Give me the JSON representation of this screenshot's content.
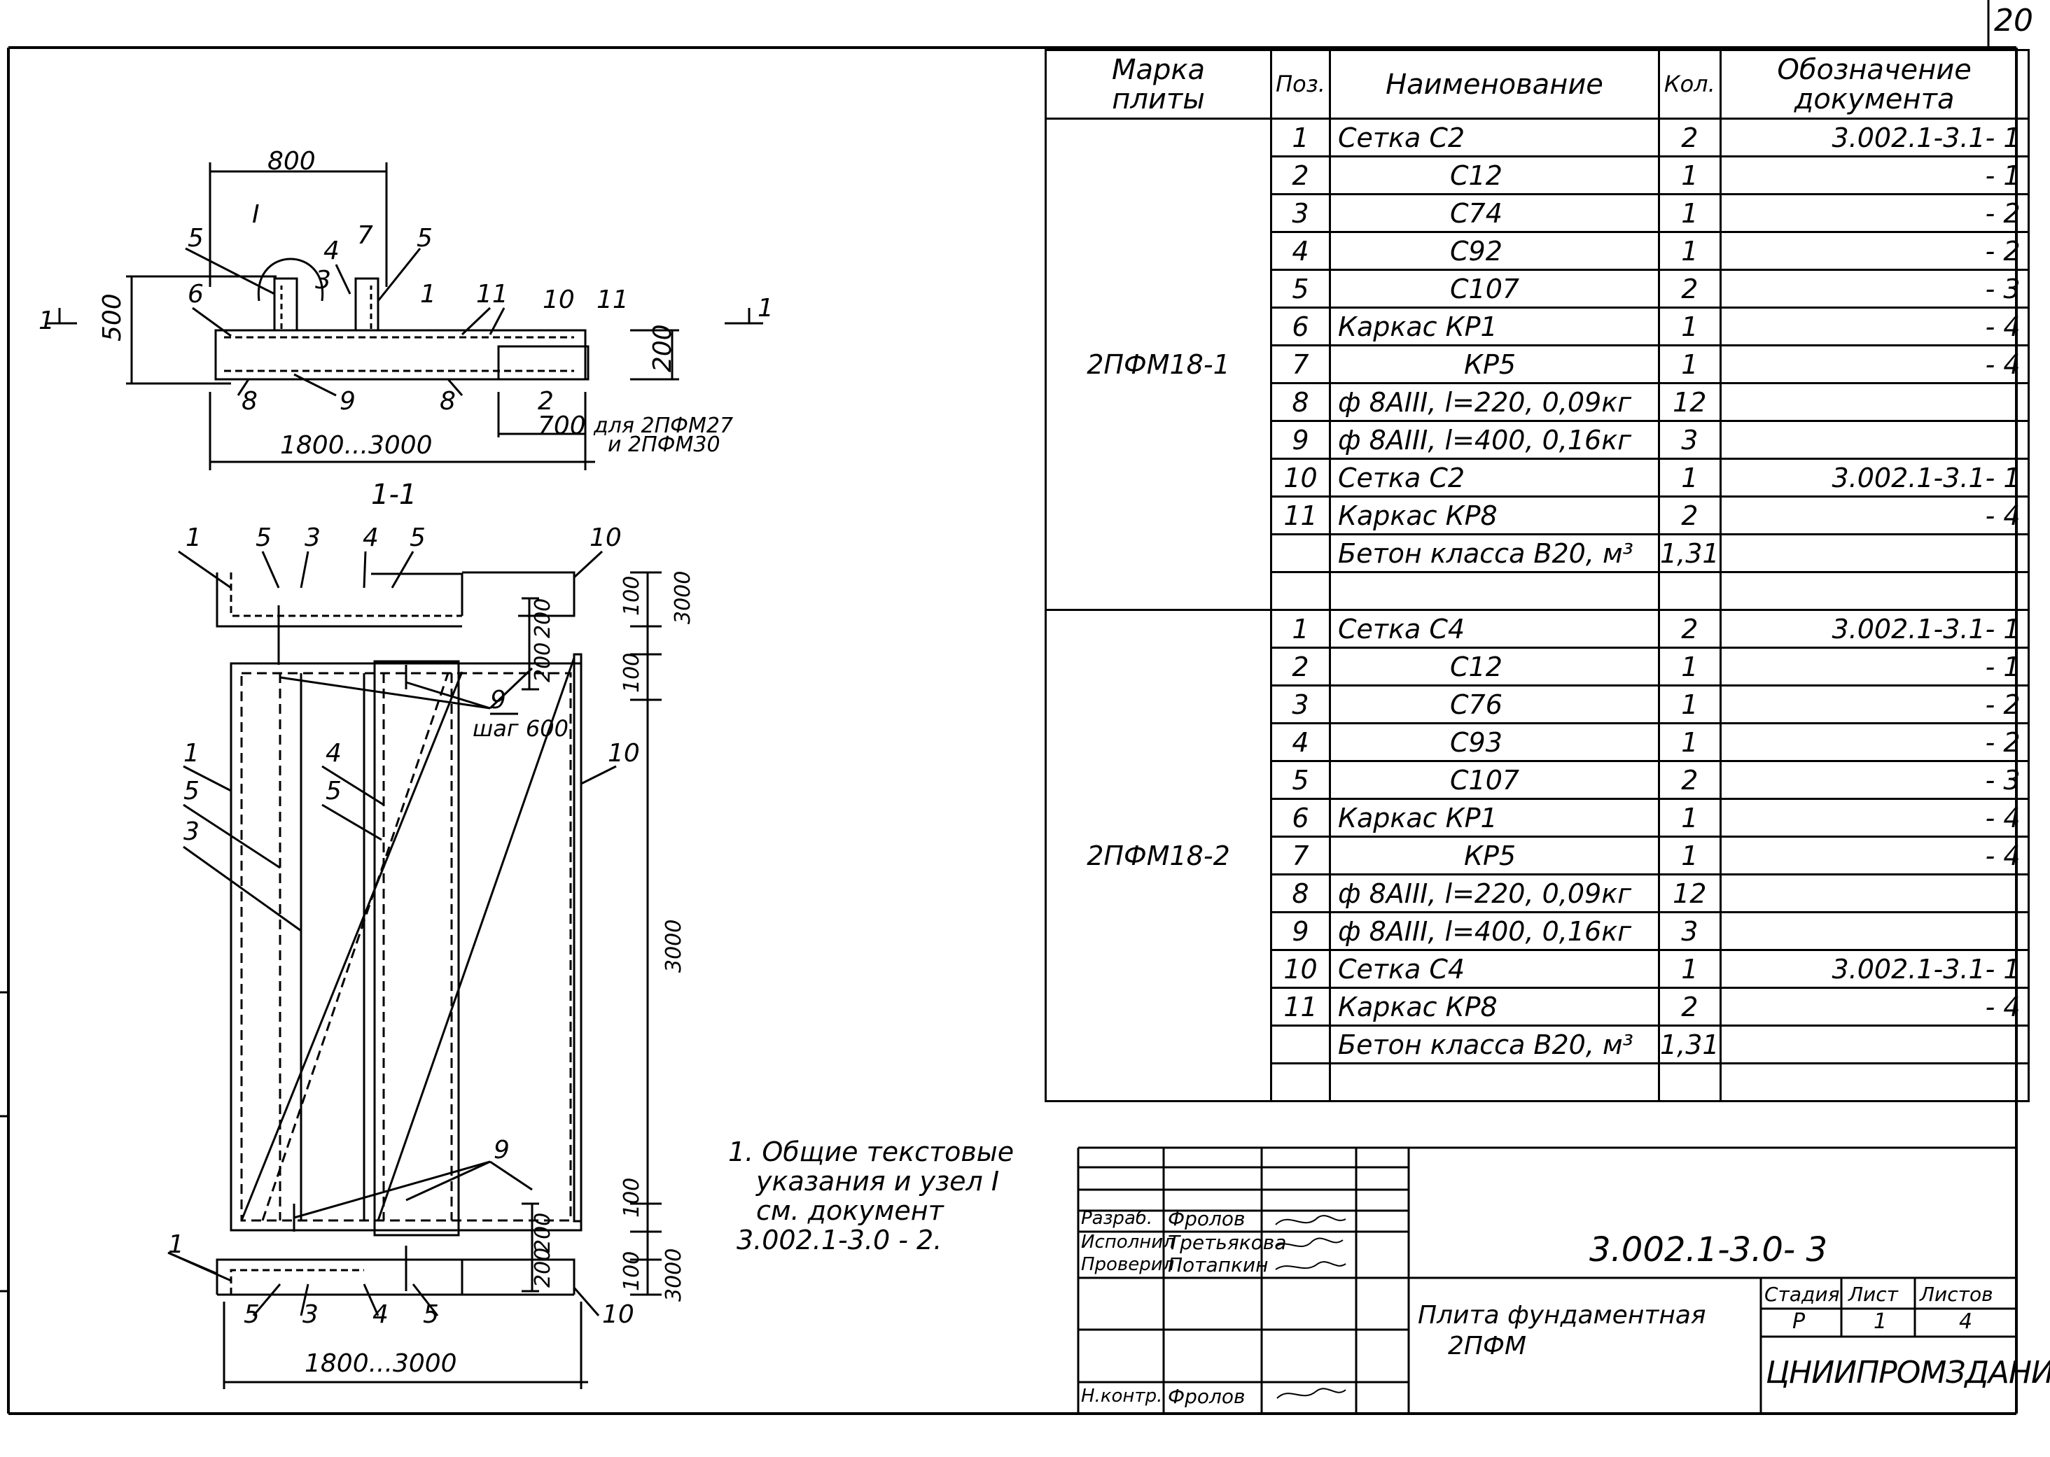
{
  "sheet_number": "20",
  "drawing": {
    "top_view": {
      "node_marker": "I",
      "dim_width_top": "800",
      "dim_height": "500",
      "dim_step": "200",
      "dim_span": "1800...3000",
      "pos_labels": [
        "5",
        "4",
        "7",
        "5",
        "3",
        "6",
        "1",
        "11",
        "10",
        "11",
        "8",
        "9",
        "8",
        "2"
      ],
      "pos_2_sub": "700",
      "note_line1": "для 2ПФМ27",
      "note_line2": "и 2ПФМ30",
      "cut_label": "1"
    },
    "section_title": "1-1",
    "section": {
      "top_labels": [
        "1",
        "5",
        "3",
        "4",
        "5",
        "10"
      ],
      "bottom_labels": [
        "1",
        "5",
        "3",
        "4",
        "5",
        "10"
      ],
      "left_labels": [
        "1",
        "5",
        "3"
      ],
      "mid_labels": [
        "4",
        "5"
      ],
      "right_label": "10",
      "label_9_top": "9",
      "step_text": "шаг 600",
      "label_9_bottom": "9",
      "dims_right": [
        "100",
        "3000",
        "200",
        "200",
        "100",
        "3000",
        "100",
        "200",
        "200",
        "100",
        "3000"
      ],
      "dim_bottom": "1800...3000"
    },
    "notes": [
      "1. Общие текстовые",
      "указания и узел I",
      "см. документ",
      "3.002.1-3.0 - 2."
    ]
  },
  "spec_table": {
    "headers": {
      "mark": [
        "Марка",
        "плиты"
      ],
      "pos": "Поз.",
      "name": "Наименование",
      "qty": "Кол.",
      "doc": [
        "Обозначение",
        "документа"
      ]
    },
    "groups": [
      {
        "mark": "2ПФМ18-1",
        "rows": [
          {
            "pos": "1",
            "name": "Сетка С2",
            "qty": "2",
            "doc": "3.002.1-3.1- 1"
          },
          {
            "pos": "2",
            "name": "С12",
            "qty": "1",
            "doc": "- 1"
          },
          {
            "pos": "3",
            "name": "С74",
            "qty": "1",
            "doc": "- 2"
          },
          {
            "pos": "4",
            "name": "С92",
            "qty": "1",
            "doc": "- 2"
          },
          {
            "pos": "5",
            "name": "С107",
            "qty": "2",
            "doc": "- 3"
          },
          {
            "pos": "6",
            "name": "Каркас КР1",
            "qty": "1",
            "doc": "- 4"
          },
          {
            "pos": "7",
            "name": "КР5",
            "qty": "1",
            "doc": "- 4"
          },
          {
            "pos": "8",
            "name": "ф 8АIII, l=220, 0,09кг",
            "qty": "12",
            "doc": ""
          },
          {
            "pos": "9",
            "name": "ф 8АIII, l=400, 0,16кг",
            "qty": "3",
            "doc": ""
          },
          {
            "pos": "10",
            "name": "Сетка С2",
            "qty": "1",
            "doc": "3.002.1-3.1- 1"
          },
          {
            "pos": "11",
            "name": "Каркас КР8",
            "qty": "2",
            "doc": "- 4"
          },
          {
            "pos": "",
            "name": "Бетон класса В20, м³",
            "qty": "1,31",
            "doc": ""
          },
          {
            "pos": "",
            "name": "",
            "qty": "",
            "doc": ""
          }
        ]
      },
      {
        "mark": "2ПФМ18-2",
        "rows": [
          {
            "pos": "1",
            "name": "Сетка С4",
            "qty": "2",
            "doc": "3.002.1-3.1- 1"
          },
          {
            "pos": "2",
            "name": "С12",
            "qty": "1",
            "doc": "- 1"
          },
          {
            "pos": "3",
            "name": "С76",
            "qty": "1",
            "doc": "- 2"
          },
          {
            "pos": "4",
            "name": "С93",
            "qty": "1",
            "doc": "- 2"
          },
          {
            "pos": "5",
            "name": "С107",
            "qty": "2",
            "doc": "- 3"
          },
          {
            "pos": "6",
            "name": "Каркас КР1",
            "qty": "1",
            "doc": "- 4"
          },
          {
            "pos": "7",
            "name": "КР5",
            "qty": "1",
            "doc": "- 4"
          },
          {
            "pos": "8",
            "name": "ф 8АIII, l=220, 0,09кг",
            "qty": "12",
            "doc": ""
          },
          {
            "pos": "9",
            "name": "ф 8АIII, l=400, 0,16кг",
            "qty": "3",
            "doc": ""
          },
          {
            "pos": "10",
            "name": "Сетка С4",
            "qty": "1",
            "doc": "3.002.1-3.1- 1"
          },
          {
            "pos": "11",
            "name": "Каркас КР8",
            "qty": "2",
            "doc": "- 4"
          },
          {
            "pos": "",
            "name": "Бетон класса В20, м³",
            "qty": "1,31",
            "doc": ""
          },
          {
            "pos": "",
            "name": "",
            "qty": "",
            "doc": ""
          }
        ]
      }
    ]
  },
  "title_block": {
    "roles": [
      "Разраб.",
      "Исполнил",
      "Проверил",
      "",
      "",
      "Н.контр."
    ],
    "names": [
      "Фролов",
      "Третьякова",
      "Потапкин",
      "",
      "",
      "Фролов"
    ],
    "doc_code": "3.002.1-3.0- 3",
    "title_line1": "Плита фундаментная",
    "title_line2": "2ПФМ",
    "stage_label": "Стадия",
    "sheet_label": "Лист",
    "sheets_label": "Листов",
    "stage": "Р",
    "sheet": "1",
    "sheets": "4",
    "organization": "ЦНИИПРОМЗДАНИЙ"
  }
}
